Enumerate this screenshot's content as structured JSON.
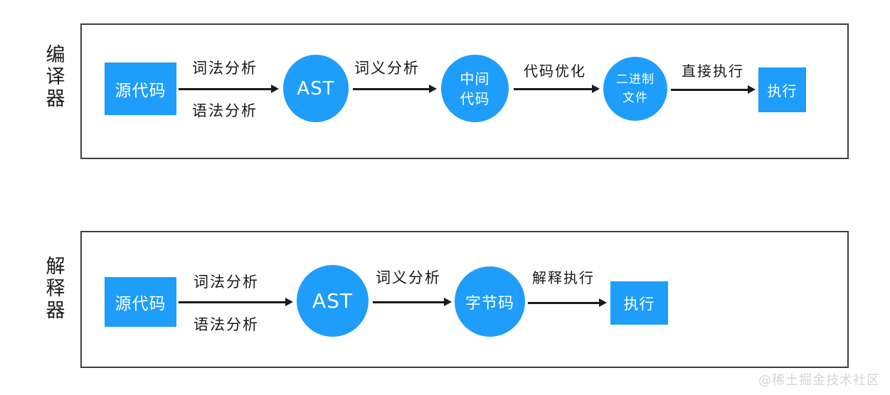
{
  "diagram": {
    "watermark": "@稀土掘金技术社区",
    "sections": [
      {
        "id": "compiler",
        "side_label": "编译器",
        "side_label_chars": [
          "编",
          "译",
          "器"
        ],
        "nodes": {
          "source": "源代码",
          "ast": "AST",
          "ir_line1": "中间",
          "ir_line2": "代码",
          "binary_line1": "二进制",
          "binary_line2": "文件",
          "execute": "执行"
        },
        "captions": {
          "lexical": "词法分析",
          "syntax": "语法分析",
          "semantic": "词义分析",
          "optimize": "代码优化",
          "direct_execute": "直接执行"
        }
      },
      {
        "id": "interpreter",
        "side_label": "解释器",
        "side_label_chars": [
          "解",
          "释",
          "器"
        ],
        "nodes": {
          "source": "源代码",
          "ast": "AST",
          "bytecode": "字节码",
          "execute": "执行"
        },
        "captions": {
          "lexical": "词法分析",
          "syntax": "语法分析",
          "semantic": "词义分析",
          "interpret_execute": "解释执行"
        }
      }
    ],
    "colors": {
      "node_blue": "#1E9DFB",
      "frame_border": "#3f3f42",
      "arrow": "#1b1b1b",
      "text_dark": "#17171a",
      "watermark": "#d5d5d8"
    }
  }
}
